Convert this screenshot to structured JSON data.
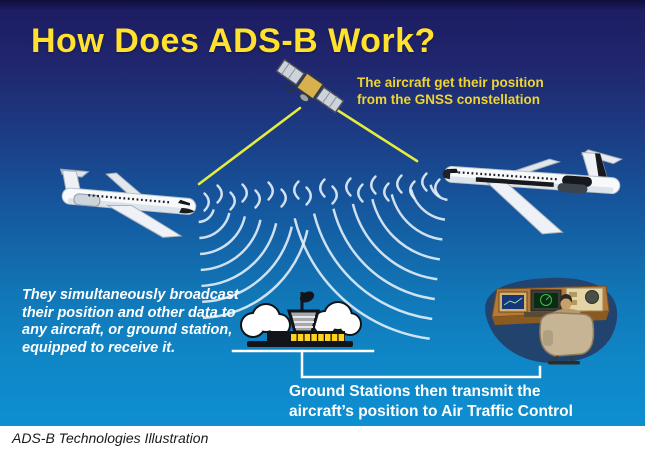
{
  "illustration": {
    "title": "How Does ADS-B Work?",
    "notes": {
      "gnss": "The aircraft get their position\nfrom the GNSS constellation",
      "broadcast": "They simultaneously broadcast\ntheir position and other data to\nany aircraft, or ground station,\nequipped to receive it.",
      "ground_station": "Ground Stations then transmit the\naircraft’s position to Air Traffic Control"
    },
    "icons": {
      "satellite": "satellite-icon",
      "aircraft_left": "aircraft-left-icon",
      "aircraft_right": "aircraft-right-icon",
      "ground_station": "ground-station-icon",
      "atc_console": "atc-console-icon",
      "radio_waves": "radio-waves-icon"
    },
    "colors": {
      "bg_top": "#1d1d63",
      "bg_mid": "#15599f",
      "bg_bottom": "#0e8fd1",
      "title_color": "#ffe12e",
      "note_yellow": "#f0d52e",
      "note_white": "#ffffff",
      "signal_yellow": "#e6ec3d",
      "wave_white": "#e3eef8",
      "tower_window_yellow": "#ffd21e",
      "caption_color": "#1a1a1a"
    }
  },
  "caption": "ADS-B Technologies Illustration"
}
